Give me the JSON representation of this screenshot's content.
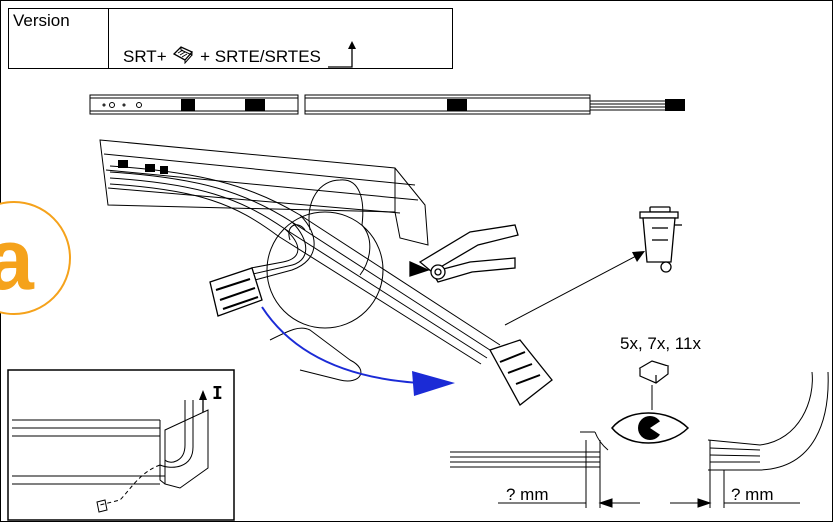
{
  "header": {
    "version_label": "Version",
    "product_prefix": "SRT+",
    "product_suffix": "+ SRTE/SRTES"
  },
  "step": {
    "letter": "a",
    "accent_color": "#f5a21b"
  },
  "connector_variants": "5x, 7x, 11x",
  "measure": {
    "left": "? mm",
    "right": "? mm"
  },
  "inset": {
    "label": "I"
  },
  "colors": {
    "arrow": "#1b2bd6",
    "line": "#000000"
  },
  "icons": [
    "connector-icon",
    "up-arrow-icon",
    "trash-bin-icon",
    "eye-icon",
    "pliers-icon",
    "hand-icon"
  ]
}
